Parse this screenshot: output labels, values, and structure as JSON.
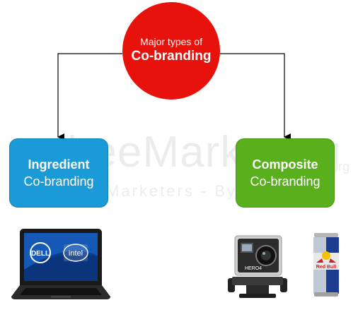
{
  "watermark": {
    "main": "heeMarketing",
    "tagline": "Marketers - By m",
    "suffix": "rg"
  },
  "root": {
    "line1": "Major types of",
    "line2": "Co-branding",
    "color": "#e8120c"
  },
  "left": {
    "title": "Ingredient",
    "subtitle": "Co-branding",
    "color": "#1b9ad8",
    "laptop_logos": [
      "DELL",
      "intel"
    ]
  },
  "right": {
    "title": "Composite",
    "subtitle": "Co-branding",
    "color": "#5ab01c",
    "camera_label": "HERO4",
    "can_label": "Red Bull"
  }
}
